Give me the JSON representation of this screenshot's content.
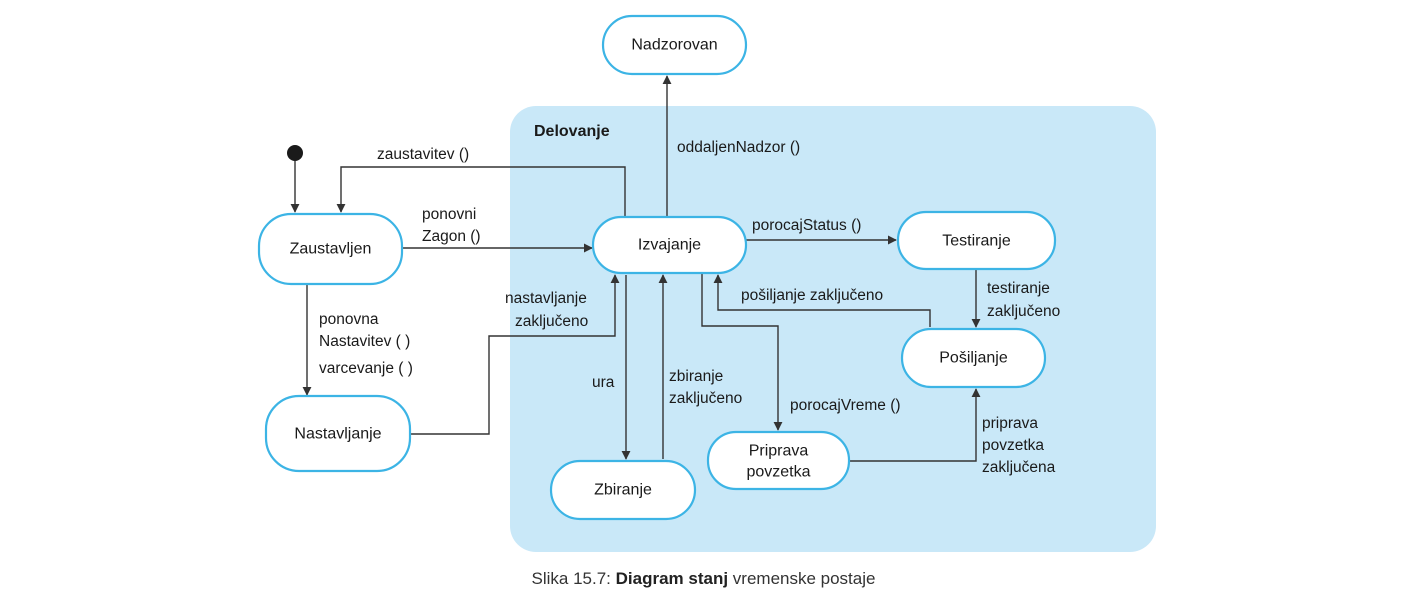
{
  "composite": {
    "label": "Delovanje"
  },
  "states": {
    "nadzorovan": "Nadzorovan",
    "zaustavljen": "Zaustavljen",
    "izvajanje": "Izvajanje",
    "testiranje": "Testiranje",
    "nastavljanje": "Nastavljanje",
    "posiljanje": "Pošiljanje",
    "zbiranje": "Zbiranje",
    "priprava_line1": "Priprava",
    "priprava_line2": "povzetka"
  },
  "transitions": {
    "zaustavitev": "zaustavitev ()",
    "oddaljen_nadzor": "oddaljenNadzor ()",
    "ponovni_zagon_line1": "ponovni",
    "ponovni_zagon_line2": "Zagon ()",
    "porocaj_status": "porocajStatus ()",
    "testiranje_zakljuceno_line1": "testiranje",
    "testiranje_zakljuceno_line2": "zaključeno",
    "posiljanje_zakljuceno": "pošiljanje zaključeno",
    "nastavljanje_zakljuceno_line1": "nastavljanje",
    "nastavljanje_zakljuceno_line2": "zaključeno",
    "ponovna_nastavitev_line1": "ponovna",
    "ponovna_nastavitev_line2": "Nastavitev ( )",
    "varcevanje": "varcevanje ( )",
    "ura": "ura",
    "zbiranje_zakljuceno_line1": "zbiranje",
    "zbiranje_zakljuceno_line2": "zaključeno",
    "porocaj_vreme": "porocajVreme ()",
    "priprava_zakljucena_line1": "priprava",
    "priprava_zakljucena_line2": "povzetka",
    "priprava_zakljucena_line3": "zaključena"
  },
  "caption": {
    "prefix": "Slika 15.7: ",
    "bold": "Diagram stanj",
    "suffix": " vremenske postaje"
  },
  "colors": {
    "composite_fill": "#c9e8f8",
    "state_border": "#3cb4e5",
    "line": "#333333"
  }
}
